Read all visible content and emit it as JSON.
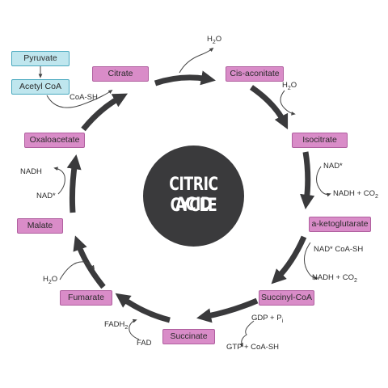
{
  "center_title": {
    "line1": "CITRIC ACID",
    "line2": "CYCLE"
  },
  "colors": {
    "ring": "#3a3a3c",
    "box_fill": "#d98cc8",
    "box_border": "#b05f9f",
    "start_fill": "#bfe6ee",
    "start_border": "#4aa9bf",
    "center": "#3a3a3c"
  },
  "start": {
    "pyruvate": "Pyruvate",
    "acetyl_coa": "Acetyl CoA"
  },
  "intermediates": {
    "citrate": "Citrate",
    "cis_aconitate": "Cis-aconitate",
    "isocitrate": "Isocitrate",
    "a_ketoglutarate": "a-ketoglutarate",
    "succinyl_coa": "Succinyl-CoA",
    "succinate": "Succinate",
    "fumarate": "Fumarate",
    "malate": "Malate",
    "oxaloacetate": "Oxaloacetate"
  },
  "cofactors": {
    "coa_sh": "CoA-SH",
    "h2o_top": {
      "base": "H",
      "sub": "2",
      "tail": "O"
    },
    "h2o_right": {
      "base": "H",
      "sub": "2",
      "tail": "O"
    },
    "nad_in_1": "NAD*",
    "nadh_co2_1": {
      "base": "NADH + CO",
      "sub": "2"
    },
    "nad_coa_in": "NAD* CoA-SH",
    "nadh_co2_2": {
      "base": "NADH + CO",
      "sub": "2"
    },
    "gdp_pi": {
      "base": "GDP + P",
      "sub": "i"
    },
    "gtp_coa": "GTP + CoA-SH",
    "fadh2": {
      "base": "FADH",
      "sub": "2"
    },
    "fad": "FAD",
    "h2o_left": {
      "base": "H",
      "sub": "2",
      "tail": "O"
    },
    "nadh_left": "NADH",
    "nad_left": "NAD*"
  }
}
